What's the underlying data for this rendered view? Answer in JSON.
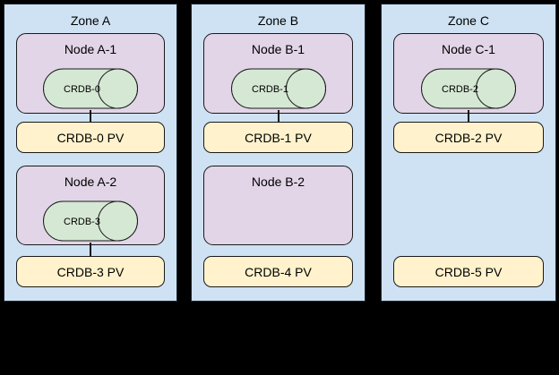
{
  "palette": {
    "background": "#000000",
    "zone_fill": "#cfe2f3",
    "node_fill": "#e1d5e7",
    "pod_fill": "#d5e8d4",
    "pv_fill": "#fff2cc",
    "stroke": "#1a1a1a"
  },
  "zones": [
    {
      "label": "Zone A",
      "rows": [
        {
          "node": {
            "label": "Node A-1",
            "pod": "CRDB-0"
          },
          "pv": "CRDB-0 PV",
          "connected": true
        },
        {
          "node": {
            "label": "Node A-2",
            "pod": "CRDB-3"
          },
          "pv": "CRDB-3 PV",
          "connected": true
        }
      ]
    },
    {
      "label": "Zone B",
      "rows": [
        {
          "node": {
            "label": "Node B-1",
            "pod": "CRDB-1"
          },
          "pv": "CRDB-1 PV",
          "connected": true
        },
        {
          "node": {
            "label": "Node B-2",
            "pod": null
          },
          "pv": "CRDB-4 PV",
          "connected": false
        }
      ]
    },
    {
      "label": "Zone C",
      "rows": [
        {
          "node": {
            "label": "Node C-1",
            "pod": "CRDB-2"
          },
          "pv": "CRDB-2 PV",
          "connected": true
        },
        {
          "node": null,
          "pv": "CRDB-5 PV",
          "connected": false
        }
      ]
    }
  ]
}
